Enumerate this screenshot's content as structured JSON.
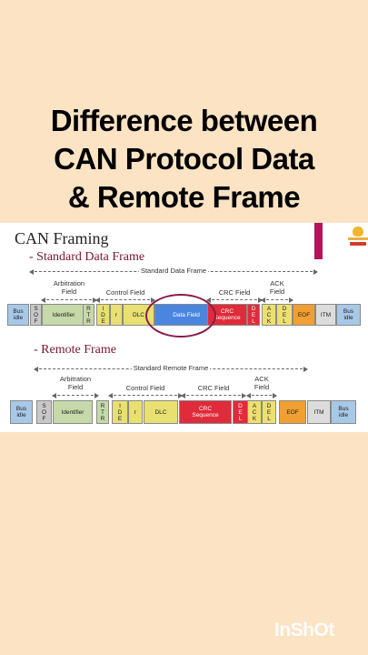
{
  "headline": {
    "lines": [
      "Difference between",
      "CAN Protocol Data",
      "& Remote Frame"
    ]
  },
  "slide": {
    "title": "CAN Framing",
    "data_frame": {
      "subtitle": "- Standard Data Frame",
      "overall_label": "Standard Data Frame",
      "group_labels": {
        "arbitration": [
          "Arbitration",
          "Field"
        ],
        "control": "Control Field",
        "crc": "CRC Field",
        "ack": [
          "ACK",
          "Field"
        ]
      },
      "fields": [
        {
          "label": "Bus idle",
          "lines": [
            "Bus",
            "idle"
          ],
          "color": "#a8c8e8"
        },
        {
          "label": "SOF",
          "lines": [
            "S",
            "O",
            "F"
          ],
          "color": "#c8c8c8"
        },
        {
          "label": "Identifier",
          "lines": [
            "Identifier"
          ],
          "color": "#c6d9a8"
        },
        {
          "label": "RTR",
          "lines": [
            "R",
            "T",
            "R"
          ],
          "color": "#c6d9a8"
        },
        {
          "label": "IDE",
          "lines": [
            "I",
            "D",
            "E"
          ],
          "color": "#e8e070"
        },
        {
          "label": "r",
          "lines": [
            "r"
          ],
          "color": "#e8e070"
        },
        {
          "label": "DLC",
          "lines": [
            "DLC"
          ],
          "color": "#e8e070"
        },
        {
          "label": "Data Field",
          "lines": [
            "Data Field"
          ],
          "color": "#4a86e0"
        },
        {
          "label": "CRC Sequence",
          "lines": [
            "CRC",
            "Sequence"
          ],
          "color": "#e02b3a"
        },
        {
          "label": "DEL",
          "lines": [
            "D",
            "E",
            "L"
          ],
          "color": "#e02b3a"
        },
        {
          "label": "ACK",
          "lines": [
            "A",
            "C",
            "K"
          ],
          "color": "#eee070"
        },
        {
          "label": "DEL",
          "lines": [
            "D",
            "E",
            "L"
          ],
          "color": "#eee070"
        },
        {
          "label": "EOF",
          "lines": [
            "EOF"
          ],
          "color": "#f0a030"
        },
        {
          "label": "ITM",
          "lines": [
            "ITM"
          ],
          "color": "#dcdcdc"
        },
        {
          "label": "Bus idle",
          "lines": [
            "Bus",
            "idle"
          ],
          "color": "#a8c8e8"
        }
      ]
    },
    "remote_frame": {
      "subtitle": "- Remote Frame",
      "overall_label": "Standard Remote Frame",
      "group_labels": {
        "arbitration": [
          "Arbitration",
          "Field"
        ],
        "control": "Control Field",
        "crc": "CRC Field",
        "ack": [
          "ACK",
          "Field"
        ]
      },
      "fields": [
        {
          "label": "Bus idle",
          "lines": [
            "Bus",
            "idle"
          ],
          "color": "#a8c8e8"
        },
        {
          "label": "SOF",
          "lines": [
            "S",
            "O",
            "F"
          ],
          "color": "#c8c8c8"
        },
        {
          "label": "Identifier",
          "lines": [
            "Identifier"
          ],
          "color": "#c6d9a8"
        },
        {
          "label": "RTR",
          "lines": [
            "R",
            "T",
            "R"
          ],
          "color": "#c6d9a8"
        },
        {
          "label": "IDE",
          "lines": [
            "I",
            "D",
            "E"
          ],
          "color": "#e8e070"
        },
        {
          "label": "r",
          "lines": [
            "r"
          ],
          "color": "#e8e070"
        },
        {
          "label": "DLC",
          "lines": [
            "DLC"
          ],
          "color": "#e8e070"
        },
        {
          "label": "CRC Sequence",
          "lines": [
            "CRC",
            "Sequence"
          ],
          "color": "#e02b3a"
        },
        {
          "label": "DEL",
          "lines": [
            "D",
            "E",
            "L"
          ],
          "color": "#e02b3a"
        },
        {
          "label": "ACK",
          "lines": [
            "A",
            "C",
            "K"
          ],
          "color": "#eee070"
        },
        {
          "label": "DEL",
          "lines": [
            "D",
            "E",
            "L"
          ],
          "color": "#eee070"
        },
        {
          "label": "EOF",
          "lines": [
            "EOF"
          ],
          "color": "#f0a030"
        },
        {
          "label": "ITM",
          "lines": [
            "ITM"
          ],
          "color": "#dcdcdc"
        },
        {
          "label": "Bus idle",
          "lines": [
            "Bus",
            "idle"
          ],
          "color": "#a8c8e8"
        }
      ]
    }
  },
  "watermark": "InShOt",
  "colors": {
    "background": "#fbe3c4",
    "accent": "#b3145a",
    "subtitle": "#7b1730"
  }
}
